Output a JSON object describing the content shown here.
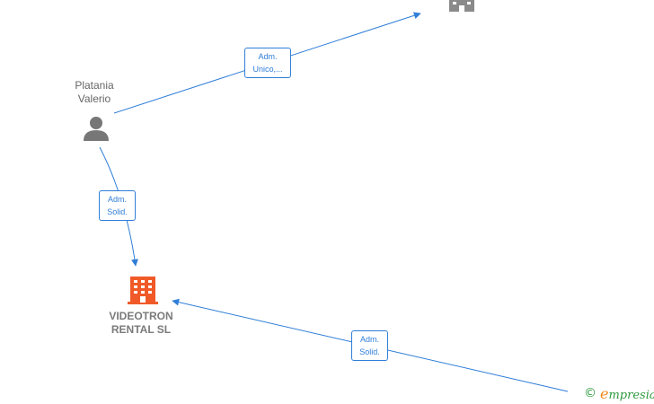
{
  "people": [
    {
      "id": "platania-valerio",
      "name": "Platania\nValerio"
    }
  ],
  "companies": [
    {
      "id": "videotron-rental",
      "name": "VIDEOTRON\nRENTAL  SL",
      "color": "#f05a28"
    },
    {
      "id": "top-company",
      "name": "",
      "color": "#8a8a8a"
    }
  ],
  "edges": [
    {
      "id": "person-to-top",
      "label": "Adm.\nUnico,..."
    },
    {
      "id": "person-to-videotron",
      "label": "Adm.\nSolid."
    },
    {
      "id": "external-to-videotron",
      "label": "Adm.\nSolid."
    }
  ],
  "colors": {
    "edge": "#2f7ed8",
    "person_icon": "#777777"
  },
  "watermark": {
    "copyright": "©",
    "brand_initial": "e",
    "brand_rest": "mpresia"
  }
}
